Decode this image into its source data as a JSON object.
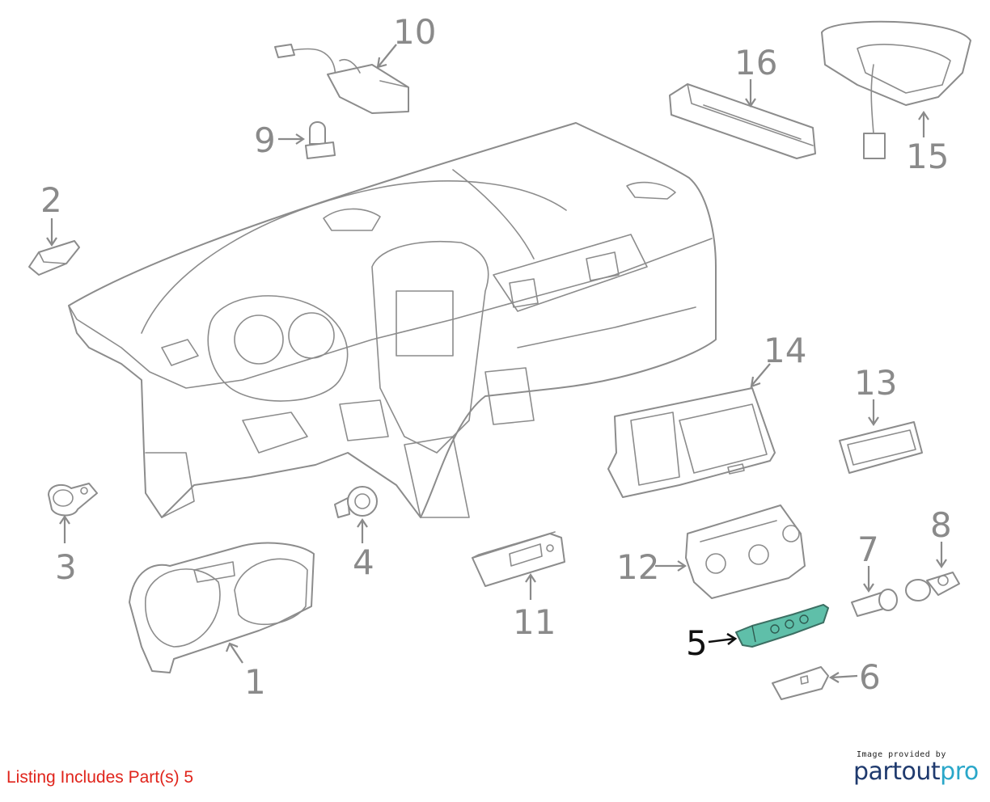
{
  "colors": {
    "line": "#8c8c8c",
    "highlight_fill": "#5fbfa9",
    "highlight_stroke": "#3c6f63",
    "listing_text": "#e0241b",
    "brand_primary": "#1f3a6e",
    "brand_accent": "#2aa7c9"
  },
  "callouts": [
    {
      "id": "1",
      "label": "1"
    },
    {
      "id": "2",
      "label": "2"
    },
    {
      "id": "3",
      "label": "3"
    },
    {
      "id": "4",
      "label": "4"
    },
    {
      "id": "5",
      "label": "5",
      "highlighted": true
    },
    {
      "id": "6",
      "label": "6"
    },
    {
      "id": "7",
      "label": "7"
    },
    {
      "id": "8",
      "label": "8"
    },
    {
      "id": "9",
      "label": "9"
    },
    {
      "id": "10",
      "label": "10"
    },
    {
      "id": "11",
      "label": "11"
    },
    {
      "id": "12",
      "label": "12"
    },
    {
      "id": "13",
      "label": "13"
    },
    {
      "id": "14",
      "label": "14"
    },
    {
      "id": "15",
      "label": "15"
    },
    {
      "id": "16",
      "label": "16"
    }
  ],
  "listing": {
    "text": "Listing Includes Part(s) 5"
  },
  "brand": {
    "provided_by": "Image provided by",
    "name_part1": "partout",
    "name_part2": "pro"
  }
}
